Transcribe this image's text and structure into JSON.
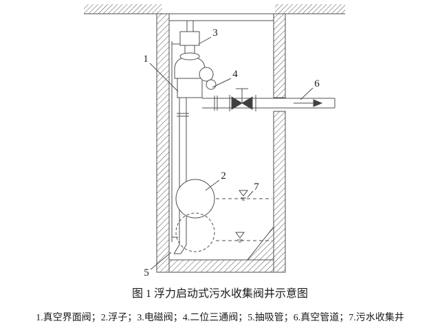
{
  "figure": {
    "caption": "图 1 浮力启动式污水收集阀井示意图",
    "legend_text": "1.真空界面阀；2.浮子；3.电磁阀；4.二位三通阀；5.抽吸管；6.真空管道；7.污水收集井",
    "callouts": {
      "c1": "1",
      "c2": "2",
      "c3": "3",
      "c4": "4",
      "c5": "5",
      "c6": "6",
      "c7": "7"
    },
    "components": [
      {
        "num": "1",
        "label": "真空界面阀"
      },
      {
        "num": "2",
        "label": "浮子"
      },
      {
        "num": "3",
        "label": "电磁阀"
      },
      {
        "num": "4",
        "label": "二位三通阀"
      },
      {
        "num": "5",
        "label": "抽吸管"
      },
      {
        "num": "6",
        "label": "真空管道"
      },
      {
        "num": "7",
        "label": "污水收集井"
      }
    ],
    "colors": {
      "line": "#4d4d4d",
      "background": "#ffffff"
    }
  }
}
